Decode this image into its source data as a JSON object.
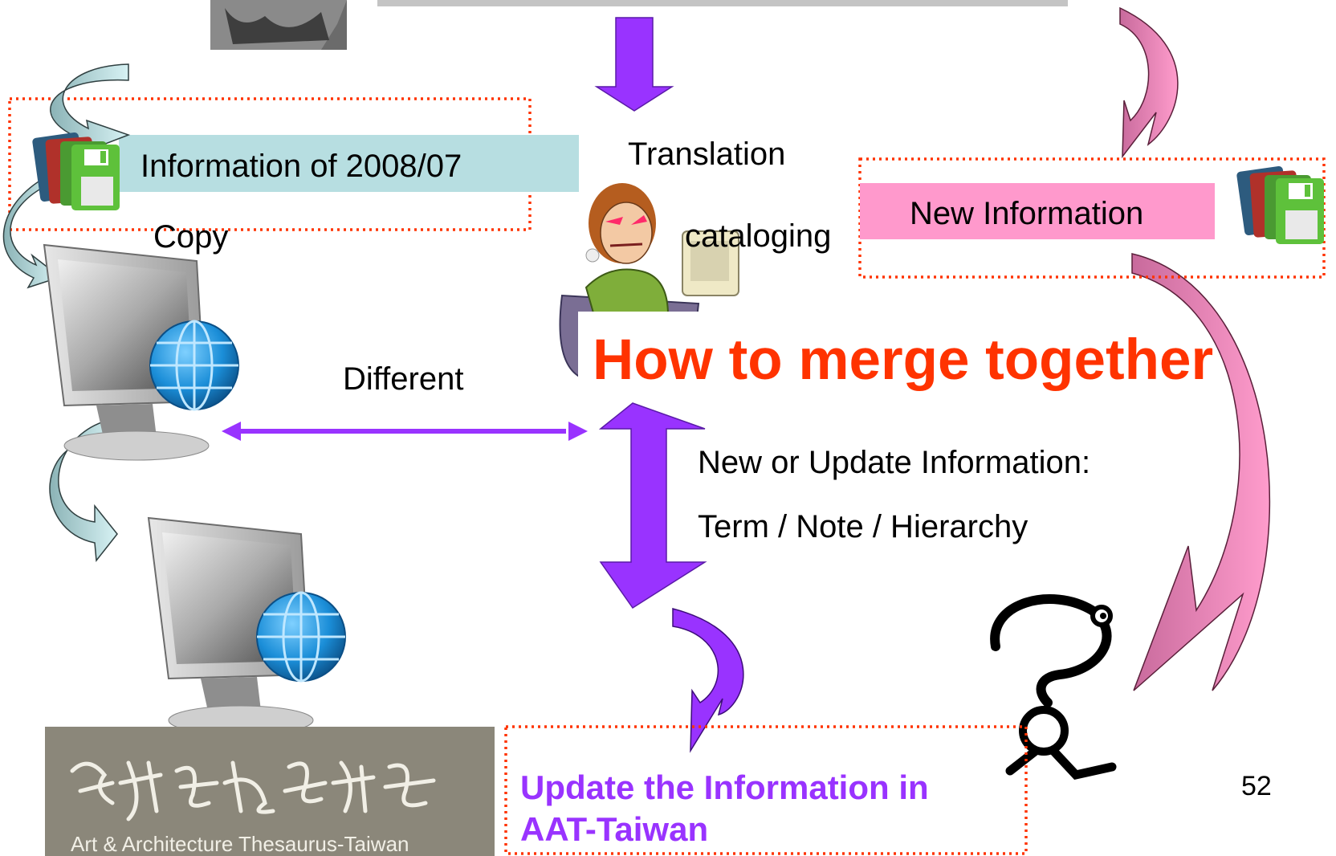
{
  "labels": {
    "info_2008": "Information of 2008/07",
    "copy": "Copy",
    "translation": "Translation",
    "cataloging": "cataloging",
    "new_information": "New Information",
    "merge_question": "How to merge together",
    "different": "Different",
    "new_or_update": "New or Update Information:",
    "term_note_hierarchy": "Term / Note / Hierarchy",
    "update_line1": "Update the Information in",
    "update_line2": "AAT-Taiwan",
    "logo_caption": "Art & Architecture Thesaurus-Taiwan",
    "page_number": "52"
  },
  "colors": {
    "accent_purple": "#9933ff",
    "merge_red": "#ff3300",
    "dotted_red": "#ff3300",
    "info_box_teal": "#b7dee1",
    "new_info_pink": "#ff99cc",
    "logo_bg": "#8b877a"
  },
  "icons": [
    "floppy-disks-icon",
    "computer-globe-icon",
    "woman-at-computer-icon",
    "question-mark-character-icon",
    "curved-arrow-icon"
  ]
}
